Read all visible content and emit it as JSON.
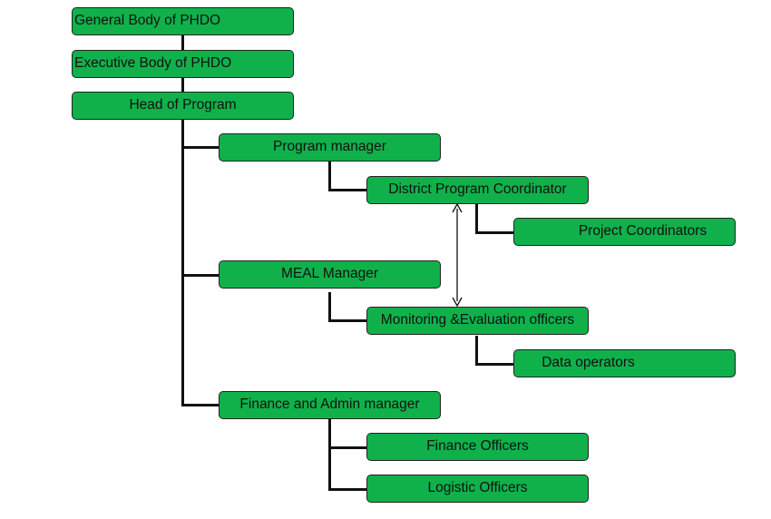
{
  "nodes": {
    "general_body": "General Body of PHDO",
    "executive_body": "Executive Body of PHDO",
    "head_of_program": "Head of Program",
    "program_manager": "Program manager",
    "district_program_coordinator": "District Program Coordinator",
    "project_coordinators": "Project Coordinators",
    "meal_manager": "MEAL Manager",
    "me_officers": "Monitoring &Evaluation officers",
    "data_operators": "Data operators",
    "finance_admin_manager": "Finance and Admin manager",
    "finance_officers": "Finance Officers",
    "logistic_officers": "Logistic Officers"
  },
  "colors": {
    "box_fill": "#10b14b",
    "box_border": "#222222",
    "connector": "#111111"
  }
}
